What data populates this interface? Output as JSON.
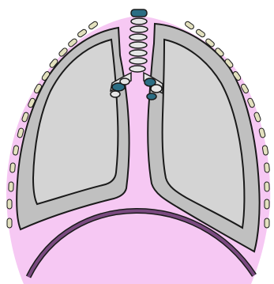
{
  "diagram": {
    "subject": "lungs-in-thoracic-cavity",
    "colors": {
      "background": "#ffffff",
      "cavity_fill": "#f6c8f3",
      "outline": "#1a1a1a",
      "lung_outer": "#c0c0c0",
      "lung_inner": "#d4d4d4",
      "diaphragm": "#7a4a80",
      "trachea_ring": "#e6e6e6",
      "bronchus_accent": "#2b6e84",
      "rib": "#e3e1bf"
    },
    "structures": [
      {
        "name": "pleural-cavity"
      },
      {
        "name": "left-lung"
      },
      {
        "name": "right-lung"
      },
      {
        "name": "trachea"
      },
      {
        "name": "left-bronchus"
      },
      {
        "name": "right-bronchus"
      },
      {
        "name": "diaphragm"
      },
      {
        "name": "left-ribs"
      },
      {
        "name": "right-ribs"
      }
    ]
  }
}
